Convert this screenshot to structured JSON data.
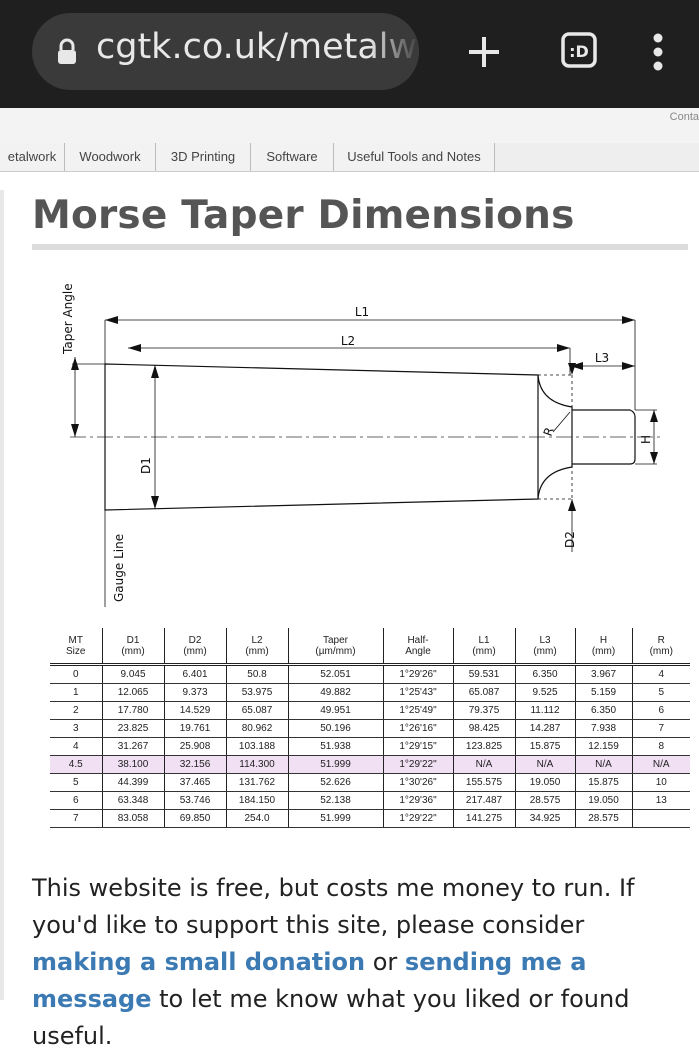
{
  "browser": {
    "url": "cgtk.co.uk/metalwork/reference/morse",
    "url_visible": "cgtk.co.uk/metalwo"
  },
  "header": {
    "contact": "Conta",
    "nav": [
      {
        "label": "etalwork"
      },
      {
        "label": "Woodwork"
      },
      {
        "label": "3D Printing"
      },
      {
        "label": "Software"
      },
      {
        "label": "Useful Tools and Notes"
      }
    ]
  },
  "page": {
    "title": "Morse Taper Dimensions"
  },
  "diagram": {
    "labels": {
      "taper_angle": "Taper Angle",
      "gauge_line": "Gauge Line",
      "l1": "L1",
      "l2": "L2",
      "l3": "L3",
      "d1": "D1",
      "d2": "D2",
      "h": "H",
      "r": "R"
    }
  },
  "table": {
    "headers": [
      [
        "MT",
        "Size"
      ],
      [
        "D1",
        "(mm)"
      ],
      [
        "D2",
        "(mm)"
      ],
      [
        "L2",
        "(mm)"
      ],
      [
        "Taper",
        "(µm/mm)"
      ],
      [
        "Half-",
        "Angle"
      ],
      [
        "L1",
        "(mm)"
      ],
      [
        "L3",
        "(mm)"
      ],
      [
        "H",
        "(mm)"
      ],
      [
        "R",
        "(mm)"
      ]
    ],
    "rows": [
      [
        "0",
        "9.045",
        "6.401",
        "50.8",
        "52.051",
        "1°29'26\"",
        "59.531",
        "6.350",
        "3.967",
        "4"
      ],
      [
        "1",
        "12.065",
        "9.373",
        "53.975",
        "49.882",
        "1°25'43\"",
        "65.087",
        "9.525",
        "5.159",
        "5"
      ],
      [
        "2",
        "17.780",
        "14.529",
        "65.087",
        "49.951",
        "1°25'49\"",
        "79.375",
        "11.112",
        "6.350",
        "6"
      ],
      [
        "3",
        "23.825",
        "19.761",
        "80.962",
        "50.196",
        "1°26'16\"",
        "98.425",
        "14.287",
        "7.938",
        "7"
      ],
      [
        "4",
        "31.267",
        "25.908",
        "103.188",
        "51.938",
        "1°29'15\"",
        "123.825",
        "15.875",
        "12.159",
        "8"
      ],
      [
        "4.5",
        "38.100",
        "32.156",
        "114.300",
        "51.999",
        "1°29'22\"",
        "N/A",
        "N/A",
        "N/A",
        "N/A"
      ],
      [
        "5",
        "44.399",
        "37.465",
        "131.762",
        "52.626",
        "1°30'26\"",
        "155.575",
        "19.050",
        "15.875",
        "10"
      ],
      [
        "6",
        "63.348",
        "53.746",
        "184.150",
        "52.138",
        "1°29'36\"",
        "217.487",
        "28.575",
        "19.050",
        "13"
      ],
      [
        "7",
        "83.058",
        "69.850",
        "254.0",
        "51.999",
        "1°29'22\"",
        "141.275",
        "34.925",
        "28.575",
        ""
      ]
    ]
  },
  "support": {
    "text1": "This website is free, but costs me money to run. If you'd like to support this site, please consider ",
    "link1": "making a small donation",
    "text2": " or ",
    "link2": "sending me a message",
    "text3": " to let me know what you liked or found useful."
  }
}
